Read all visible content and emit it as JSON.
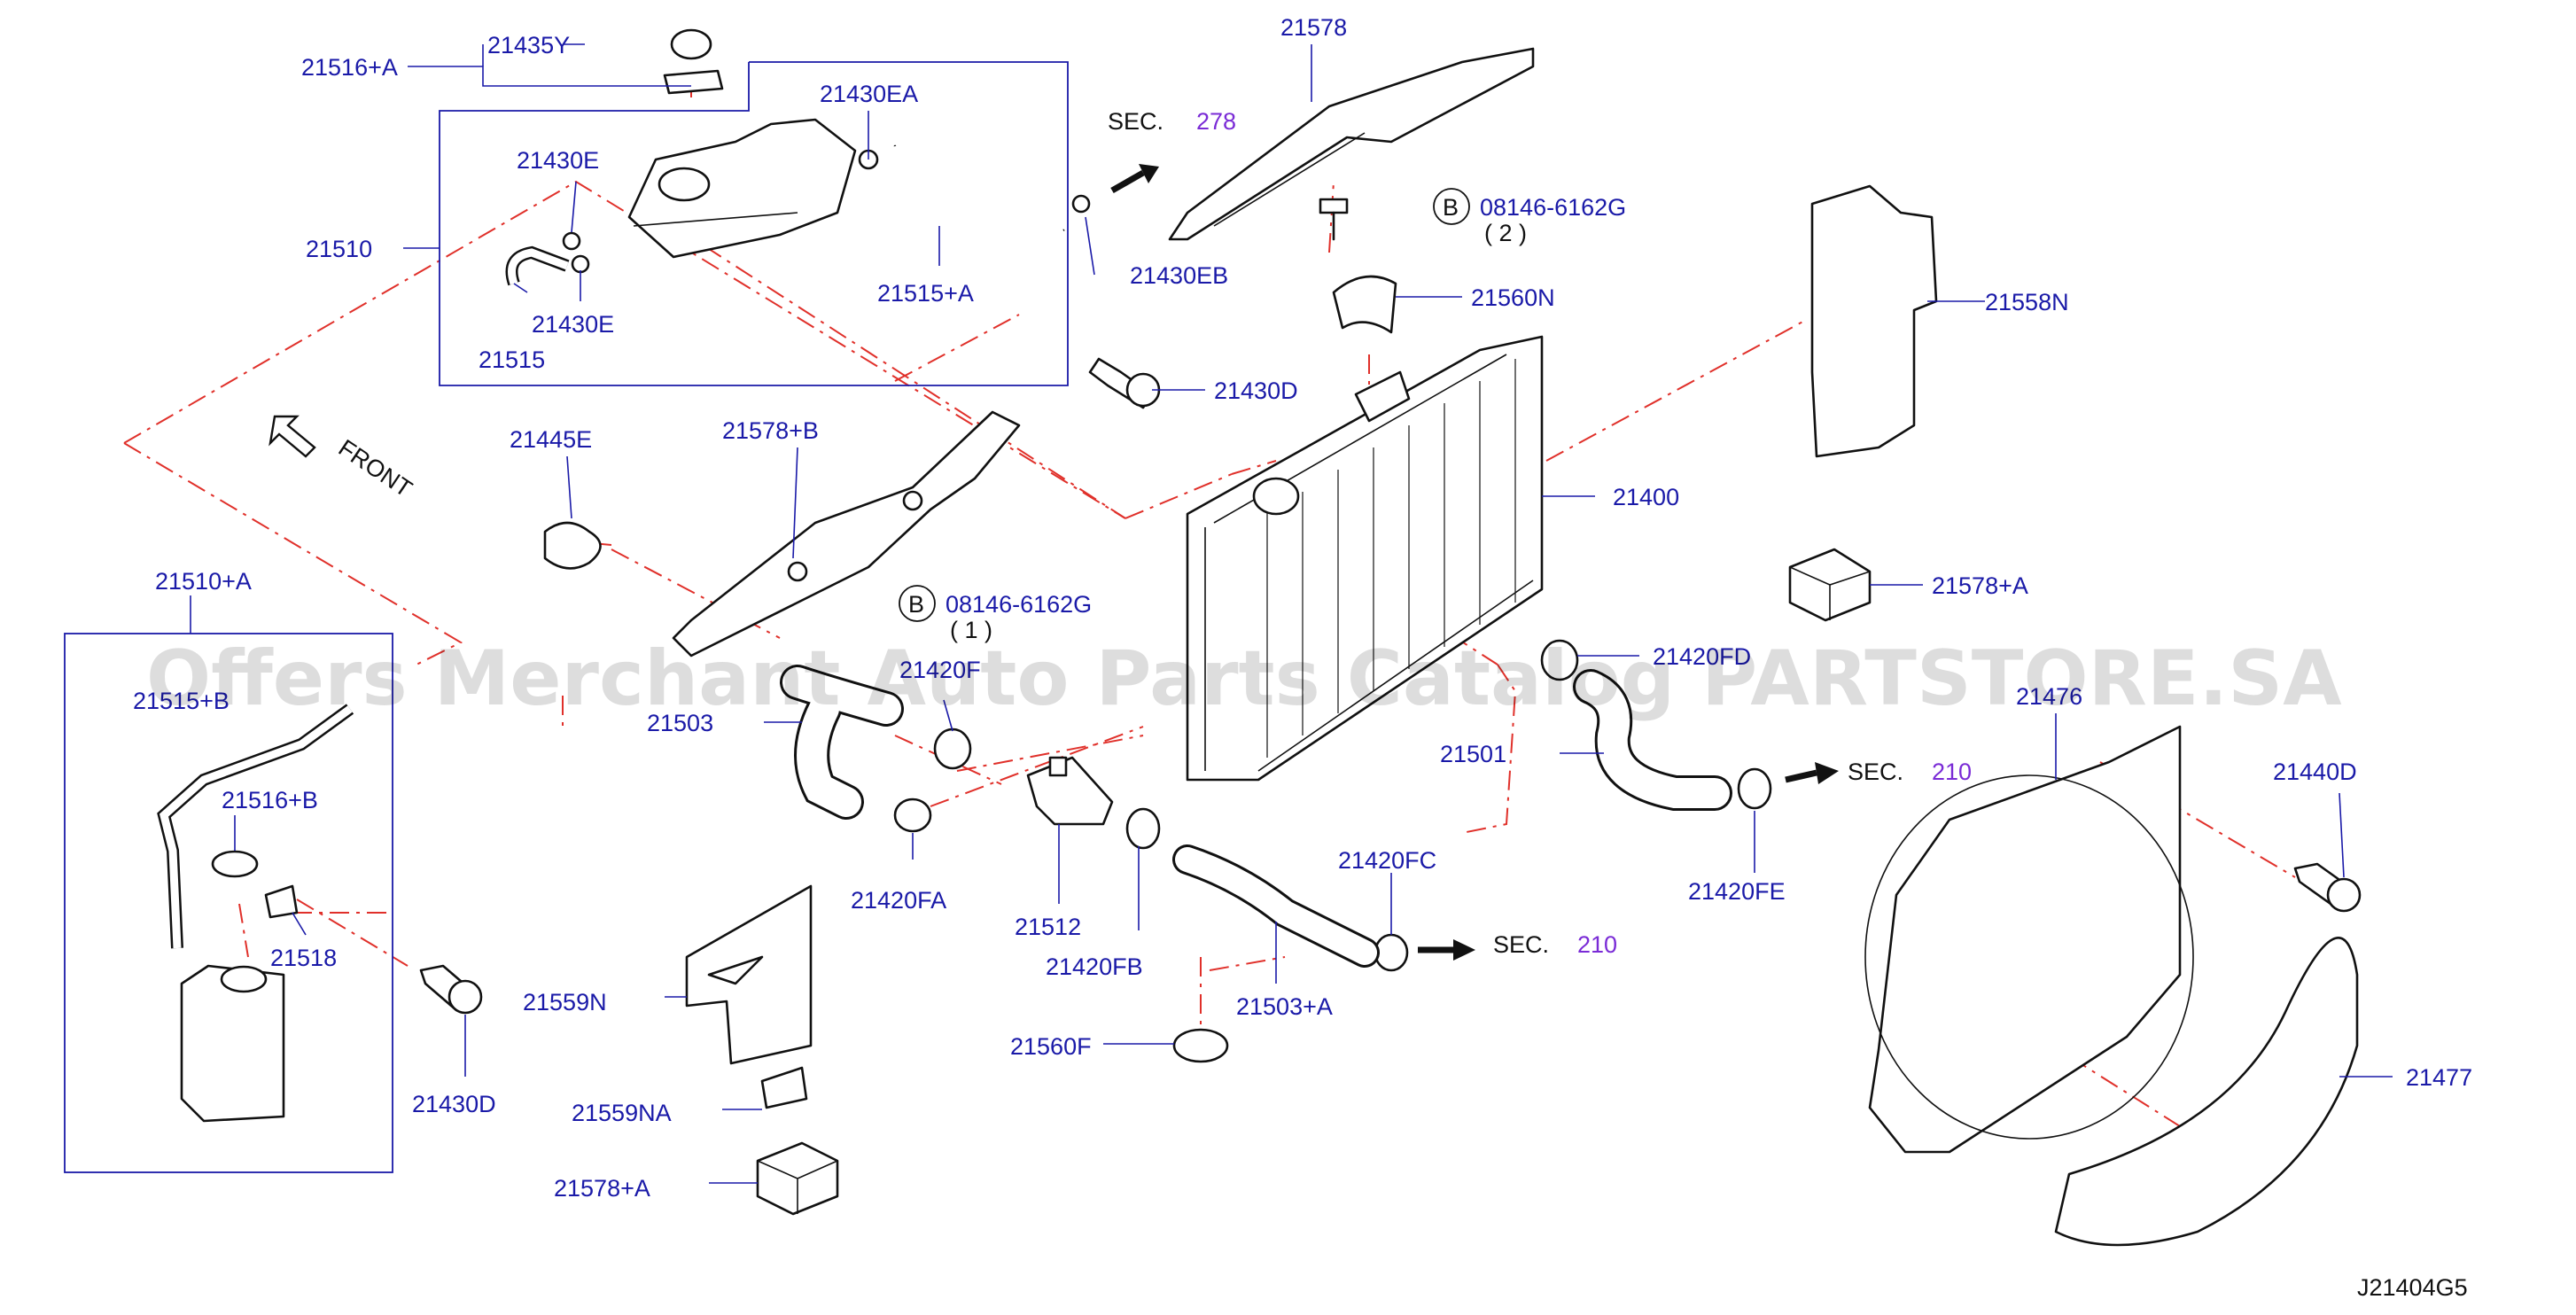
{
  "labels": {
    "p21516A": "21516+A",
    "p21435Y": "21435Y",
    "p21430EA": "21430EA",
    "p21430E_a": "21430E",
    "p21430E_b": "21430E",
    "p21510": "21510",
    "p21515": "21515",
    "p21515A": "21515+A",
    "p21430EB": "21430EB",
    "p21430D_a": "21430D",
    "p21578": "21578",
    "p21560N": "21560N",
    "p21558N": "21558N",
    "p21445E": "21445E",
    "p21578B": "21578+B",
    "p21400": "21400",
    "p21578A_a": "21578+A",
    "p21510A": "21510+A",
    "p21515B": "21515+B",
    "p21516B": "21516+B",
    "p21518": "21518",
    "p21430D_b": "21430D",
    "p21503": "21503",
    "p21420F": "21420F",
    "p21420FA": "21420FA",
    "p21512": "21512",
    "p21420FB": "21420FB",
    "p21420FC": "21420FC",
    "p21503A": "21503+A",
    "p21560F": "21560F",
    "p21559N": "21559N",
    "p21559NA": "21559NA",
    "p21578A_b": "21578+A",
    "p21420FD": "21420FD",
    "p21501": "21501",
    "p21420FE": "21420FE",
    "p21476": "21476",
    "p21440D": "21440D",
    "p21477": "21477"
  },
  "bolt_callouts": {
    "b1_letter": "B",
    "b1_part": "08146-6162G",
    "b1_qty": "( 2 )",
    "b2_letter": "B",
    "b2_part": "08146-6162G",
    "b2_qty": "( 1 )"
  },
  "sections": {
    "sec_label": "SEC.",
    "sec278": "278",
    "sec210_a": "210",
    "sec210_b": "210"
  },
  "front_label": "FRONT",
  "diagram_code": "J21404G5",
  "watermark": "Offers Merchant Auto Parts Catalog PARTSTORE.SA",
  "colors": {
    "label_blue": "#1a1aa8",
    "dash_red": "#e0302a",
    "section_purple": "#7a2bd6"
  }
}
